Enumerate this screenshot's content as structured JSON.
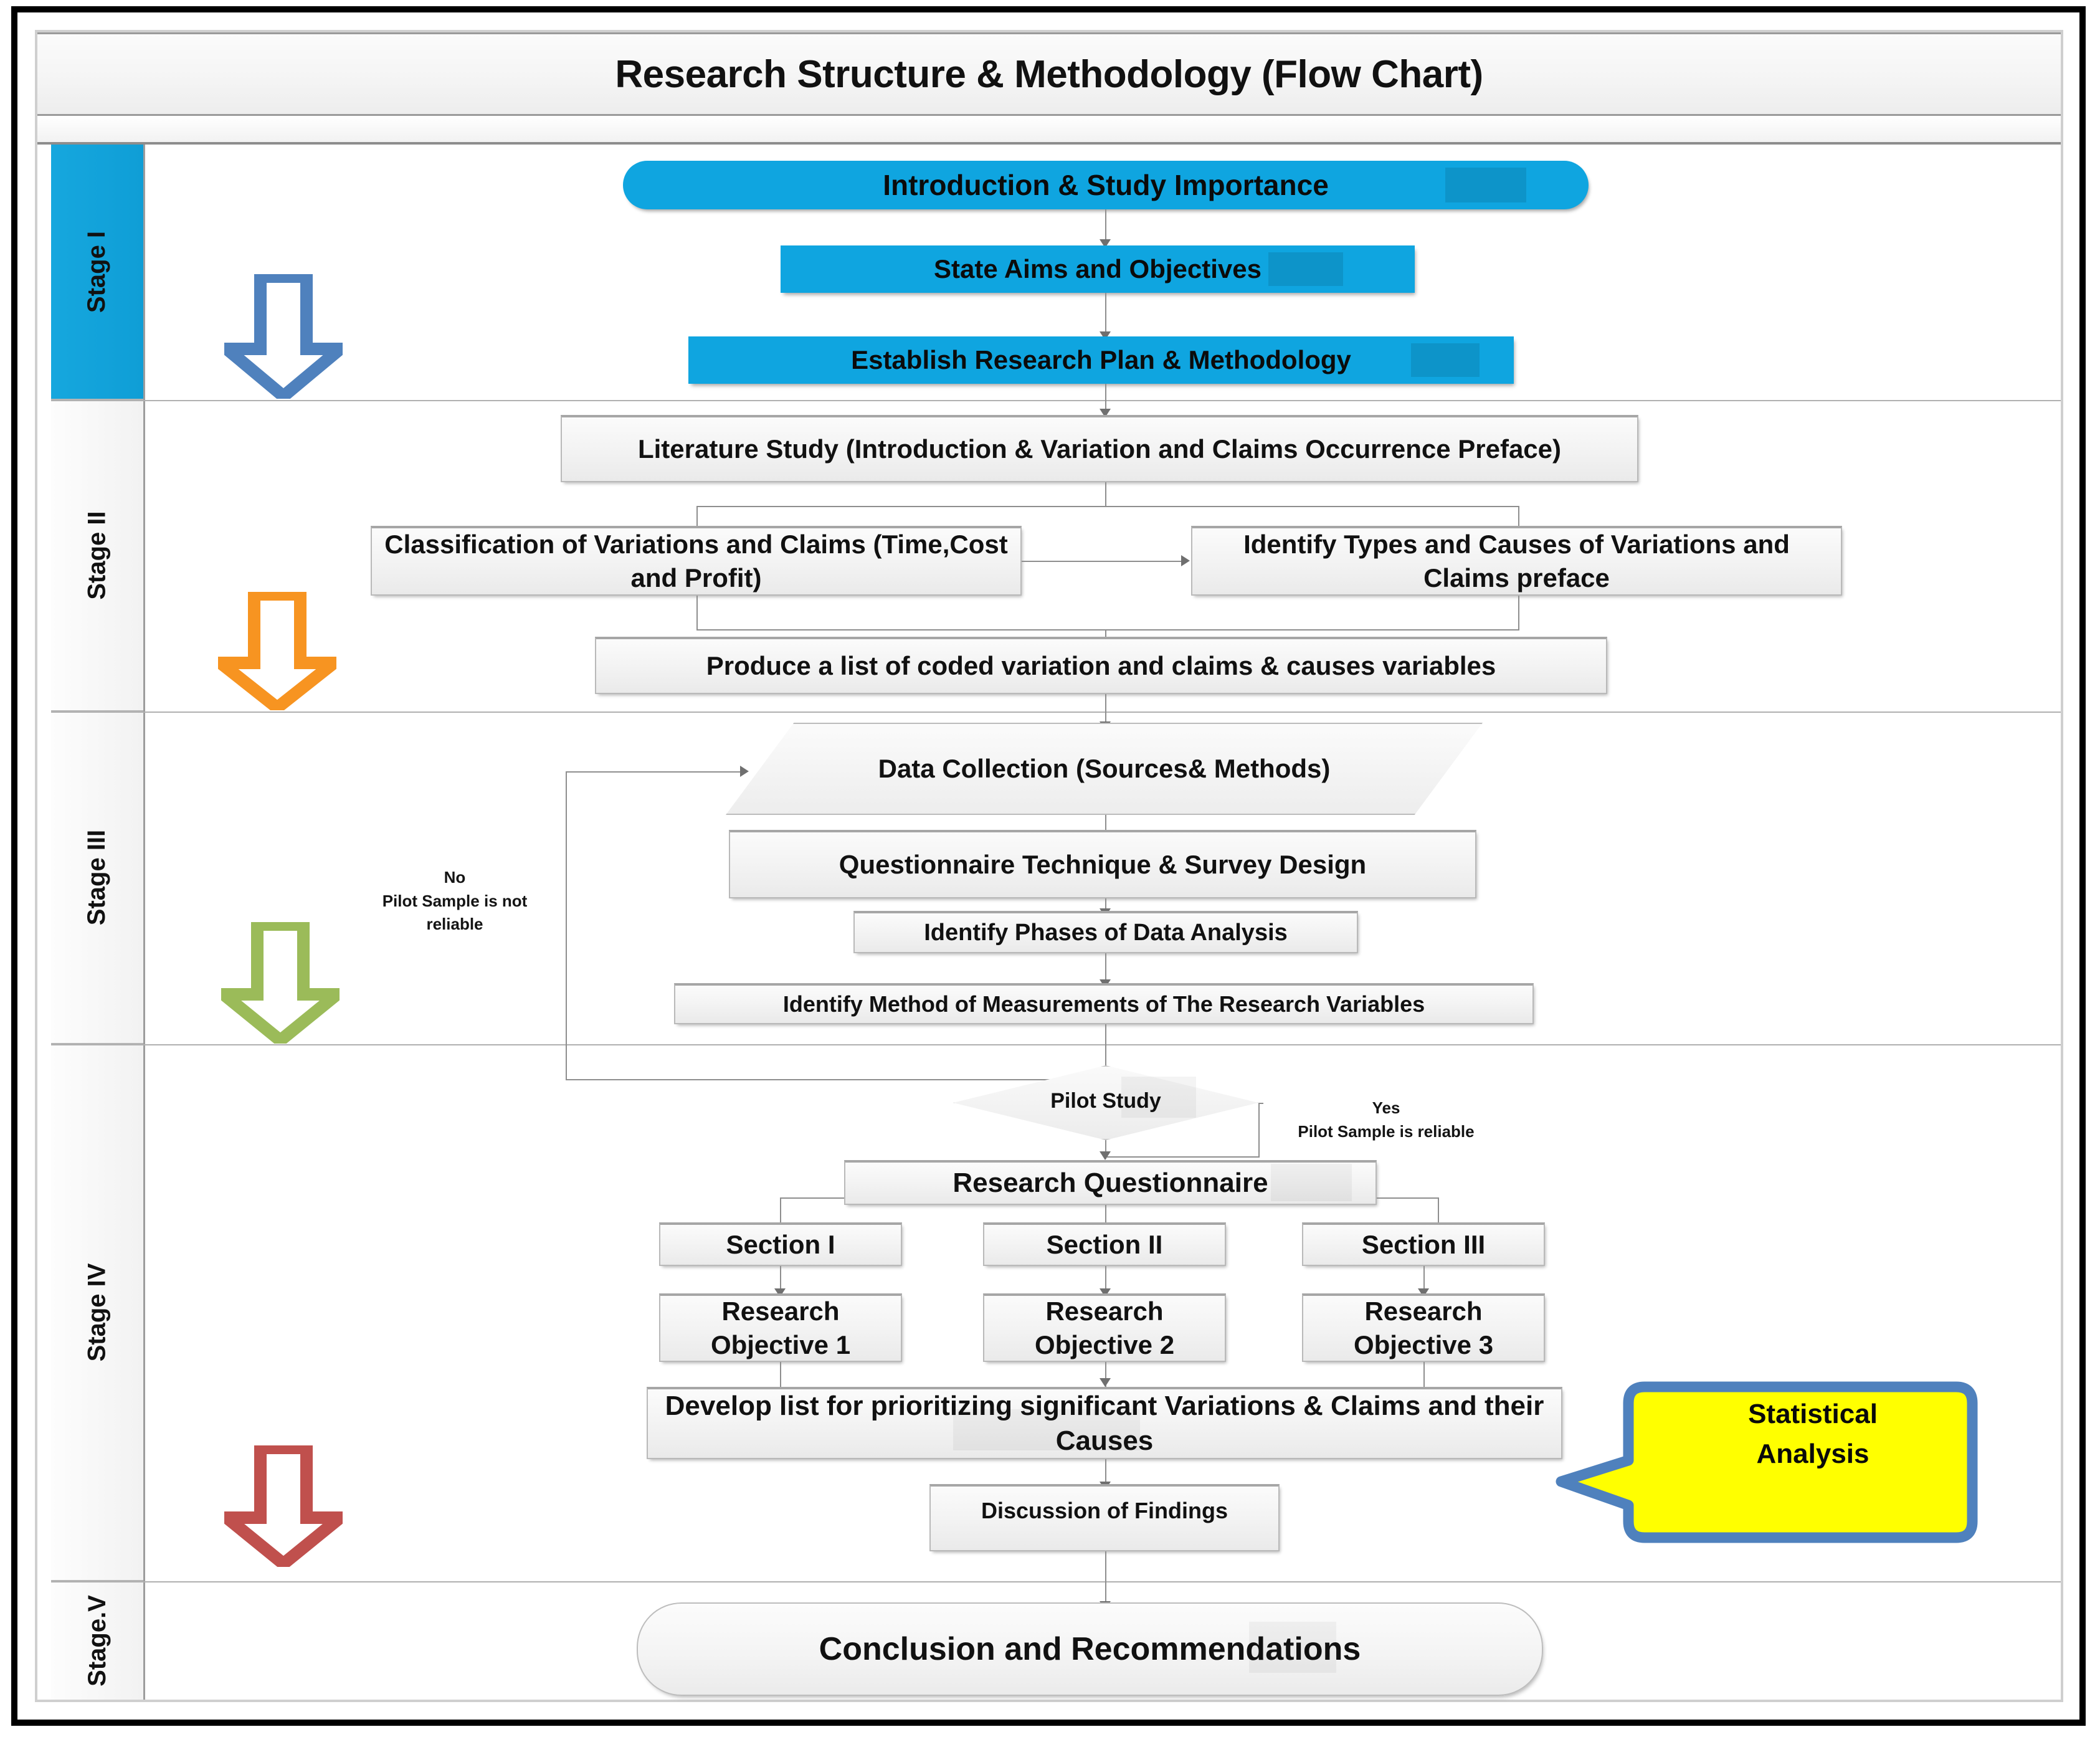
{
  "document": {
    "title": "Research Structure & Methodology (Flow Chart)"
  },
  "colors": {
    "stage_active_blue": "#0fa5e0",
    "node_blue": "#0fa5e0",
    "arrow_blue": "#4f81bd",
    "arrow_orange": "#f79421",
    "arrow_green": "#9bbb59",
    "arrow_red": "#c0504d",
    "callout_fill": "#ffff00",
    "callout_border": "#4f81bd",
    "connector": "#8e8e8e",
    "frame": "#000000"
  },
  "stages": [
    {
      "id": "stage-1",
      "label": "Stage I",
      "active": true,
      "arrow_color": "#4f81bd"
    },
    {
      "id": "stage-2",
      "label": "Stage II",
      "active": false,
      "arrow_color": "#f79421"
    },
    {
      "id": "stage-3",
      "label": "Stage III",
      "active": false,
      "arrow_color": "#9bbb59"
    },
    {
      "id": "stage-4",
      "label": "Stage IV",
      "active": false,
      "arrow_color": "#c0504d"
    },
    {
      "id": "stage-5",
      "label": "Stage.V",
      "active": false,
      "arrow_color": null
    }
  ],
  "nodes": {
    "introduction": {
      "label": "Introduction & Study Importance",
      "shape": "terminator",
      "stage": "Stage I"
    },
    "aims": {
      "label": "State Aims and Objectives",
      "shape": "process",
      "stage": "Stage I"
    },
    "plan": {
      "label": "Establish Research Plan & Methodology",
      "shape": "process",
      "stage": "Stage I"
    },
    "literature": {
      "label": "Literature Study (Introduction & Variation and Claims Occurrence Preface)",
      "shape": "process",
      "stage": "Stage II"
    },
    "classification": {
      "label": "Classification of Variations and Claims (Time,Cost and Profit)",
      "shape": "process",
      "stage": "Stage II"
    },
    "identify_types": {
      "label": "Identify Types and Causes of Variations and Claims preface",
      "shape": "process",
      "stage": "Stage II"
    },
    "coded_list": {
      "label": "Produce a list of coded variation and claims & causes variables",
      "shape": "process",
      "stage": "Stage II"
    },
    "data_collection": {
      "label": "Data Collection (Sources& Methods)",
      "shape": "parallelogram",
      "stage": "Stage III"
    },
    "questionnaire_tech": {
      "label": "Questionnaire Technique & Survey Design",
      "shape": "process",
      "stage": "Stage III"
    },
    "phases": {
      "label": "Identify Phases of Data Analysis",
      "shape": "process",
      "stage": "Stage III"
    },
    "measurements": {
      "label": "Identify Method of Measurements of The Research Variables",
      "shape": "process",
      "stage": "Stage III"
    },
    "pilot_study": {
      "label": "Pilot Study",
      "shape": "decision",
      "stage": "Stage IV"
    },
    "research_quest": {
      "label": "Research Questionnaire",
      "shape": "process",
      "stage": "Stage IV"
    },
    "section_1": {
      "label": "Section I",
      "shape": "process",
      "stage": "Stage IV"
    },
    "section_2": {
      "label": "Section II",
      "shape": "process",
      "stage": "Stage IV"
    },
    "section_3": {
      "label": "Section III",
      "shape": "process",
      "stage": "Stage IV"
    },
    "objective_1": {
      "label": "Research Objective 1",
      "shape": "process",
      "stage": "Stage IV"
    },
    "objective_2": {
      "label": "Research Objective 2",
      "shape": "process",
      "stage": "Stage IV"
    },
    "objective_3": {
      "label": "Research Objective  3",
      "shape": "process",
      "stage": "Stage IV"
    },
    "develop_list": {
      "label": "Develop list for prioritizing significant Variations & Claims and their Causes",
      "shape": "process",
      "stage": "Stage IV"
    },
    "discussion": {
      "label": "Discussion of Findings",
      "shape": "process",
      "stage": "Stage IV"
    },
    "conclusion": {
      "label": "Conclusion and Recommendations",
      "shape": "terminator",
      "stage": "Stage.V"
    }
  },
  "annotations": {
    "no_branch": "No\nPilot Sample is not\nreliable",
    "yes_branch": "Yes\nPilot Sample is  reliable"
  },
  "callout": {
    "line_1": "Statistical",
    "line_2": "Analysis"
  }
}
